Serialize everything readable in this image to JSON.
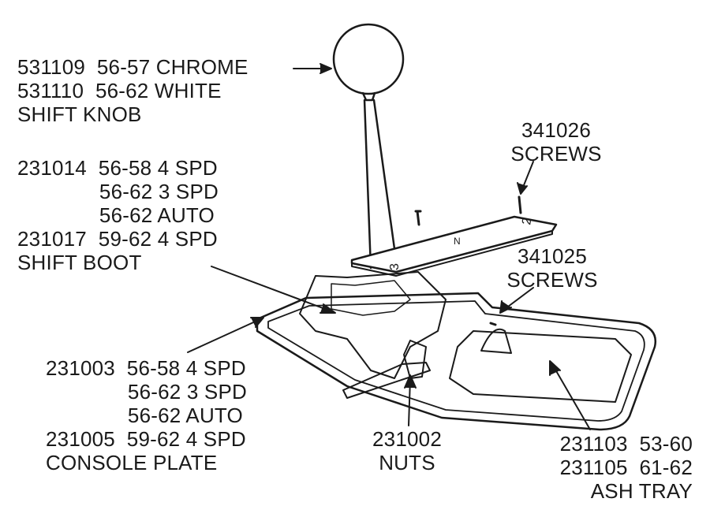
{
  "labels": {
    "shift_knob": [
      "531109  56-57 CHROME",
      "531110  56-62 WHITE",
      "SHIFT KNOB"
    ],
    "screws_top": [
      "341026",
      "SCREWS"
    ],
    "shift_boot": [
      "231014  56-58 4 SPD",
      "              56-62 3 SPD",
      "              56-62 AUTO",
      "231017  59-62 4 SPD",
      "SHIFT BOOT"
    ],
    "screws_mid": [
      "341025",
      "SCREWS"
    ],
    "console_plate": [
      "231003  56-58 4 SPD",
      "              56-62 3 SPD",
      "              56-62 AUTO",
      "231005  59-62 4 SPD",
      "CONSOLE PLATE"
    ],
    "nuts": [
      "231002",
      "NUTS"
    ],
    "ash_tray": [
      "231103  53-60",
      "231105  61-62",
      "ASH TRAY"
    ]
  },
  "shift_pattern": [
    "3",
    "N",
    "2"
  ]
}
